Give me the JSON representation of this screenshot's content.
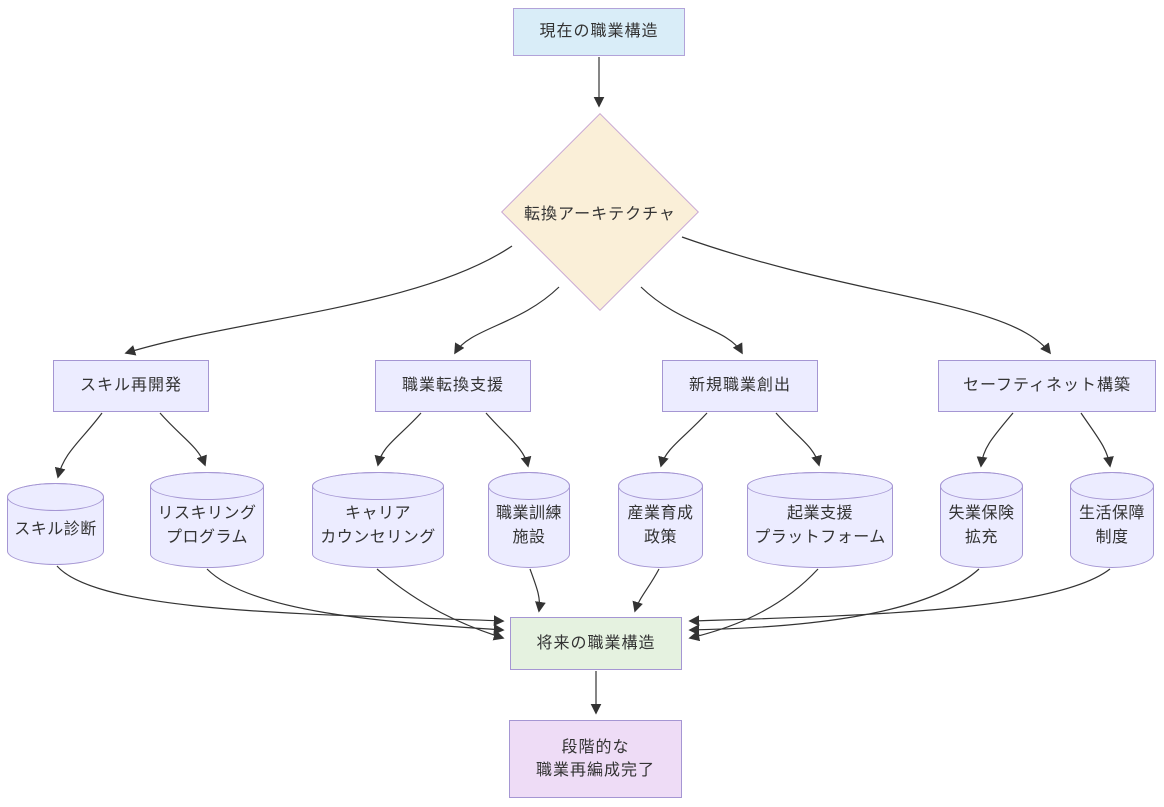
{
  "diagram": {
    "type": "flowchart-top-down",
    "nodes": {
      "current": {
        "label": "現在の職業構造",
        "shape": "rect"
      },
      "architecture": {
        "label": "転換アーキテクチャ",
        "shape": "diamond"
      },
      "skill": {
        "label": "スキル再開発",
        "shape": "rect"
      },
      "career": {
        "label": "職業転換支援",
        "shape": "rect"
      },
      "newjob": {
        "label": "新規職業創出",
        "shape": "rect"
      },
      "safety": {
        "label": "セーフティネット構築",
        "shape": "rect"
      },
      "diagnosis": {
        "label": "スキル診断",
        "shape": "cylinder"
      },
      "reskilling": {
        "line1": "リスキリング",
        "line2": "プログラム",
        "shape": "cylinder"
      },
      "counseling": {
        "line1": "キャリア",
        "line2": "カウンセリング",
        "shape": "cylinder"
      },
      "training": {
        "line1": "職業訓練",
        "line2": "施設",
        "shape": "cylinder"
      },
      "industry": {
        "line1": "産業育成",
        "line2": "政策",
        "shape": "cylinder"
      },
      "startup": {
        "line1": "起業支援",
        "line2": "プラットフォーム",
        "shape": "cylinder"
      },
      "insurance": {
        "line1": "失業保険",
        "line2": "拡充",
        "shape": "cylinder"
      },
      "livelihood": {
        "line1": "生活保障",
        "line2": "制度",
        "shape": "cylinder"
      },
      "future": {
        "label": "将来の職業構造",
        "shape": "rect"
      },
      "complete": {
        "line1": "段階的な",
        "line2": "職業再編成完了",
        "shape": "rect"
      }
    },
    "edges": [
      {
        "from": "current",
        "to": "architecture"
      },
      {
        "from": "architecture",
        "to": "skill"
      },
      {
        "from": "architecture",
        "to": "career"
      },
      {
        "from": "architecture",
        "to": "newjob"
      },
      {
        "from": "architecture",
        "to": "safety"
      },
      {
        "from": "skill",
        "to": "diagnosis"
      },
      {
        "from": "skill",
        "to": "reskilling"
      },
      {
        "from": "career",
        "to": "counseling"
      },
      {
        "from": "career",
        "to": "training"
      },
      {
        "from": "newjob",
        "to": "industry"
      },
      {
        "from": "newjob",
        "to": "startup"
      },
      {
        "from": "safety",
        "to": "insurance"
      },
      {
        "from": "safety",
        "to": "livelihood"
      },
      {
        "from": "diagnosis",
        "to": "future"
      },
      {
        "from": "reskilling",
        "to": "future"
      },
      {
        "from": "counseling",
        "to": "future"
      },
      {
        "from": "training",
        "to": "future"
      },
      {
        "from": "industry",
        "to": "future"
      },
      {
        "from": "startup",
        "to": "future"
      },
      {
        "from": "insurance",
        "to": "future"
      },
      {
        "from": "livelihood",
        "to": "future"
      },
      {
        "from": "future",
        "to": "complete"
      }
    ],
    "colors": {
      "start_fill": "#d9edf8",
      "start_border": "#b2a3d9",
      "decision_fill": "#faefd8",
      "decision_border": "#c9a8d6",
      "node_fill": "#ececff",
      "node_border": "#a596d3",
      "future_fill": "#e5f2e0",
      "end_fill": "#eedcf6",
      "edge_color": "#333333",
      "text_color": "#333333"
    }
  }
}
